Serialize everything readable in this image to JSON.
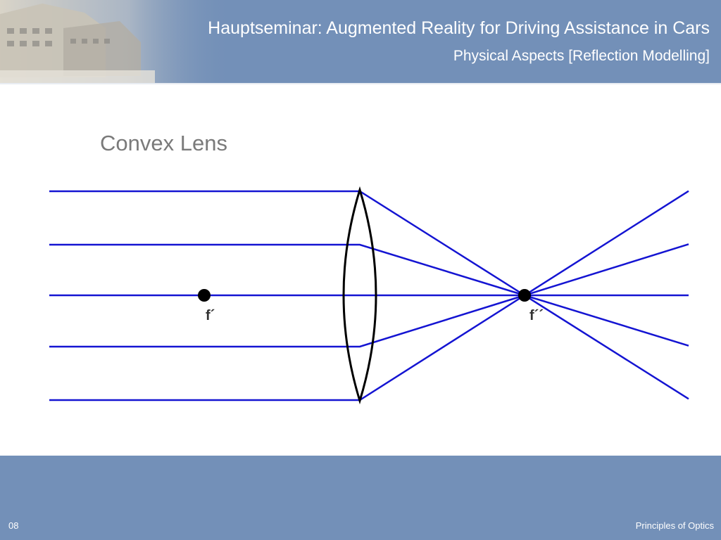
{
  "header": {
    "title": "Hauptseminar: Augmented Reality for Driving Assistance in Cars",
    "subtitle": "Physical Aspects [Reflection Modelling]"
  },
  "slide": {
    "title": "Convex Lens"
  },
  "diagram": {
    "focal_left_label": "f´",
    "focal_right_label": "f´´",
    "ray_color": "#1414d2",
    "lens_color": "#000000"
  },
  "footer": {
    "slide_number": "08",
    "section": "Principles of Optics"
  },
  "colors": {
    "bar": "#7390b8",
    "title_text": "#7a7a7a"
  }
}
